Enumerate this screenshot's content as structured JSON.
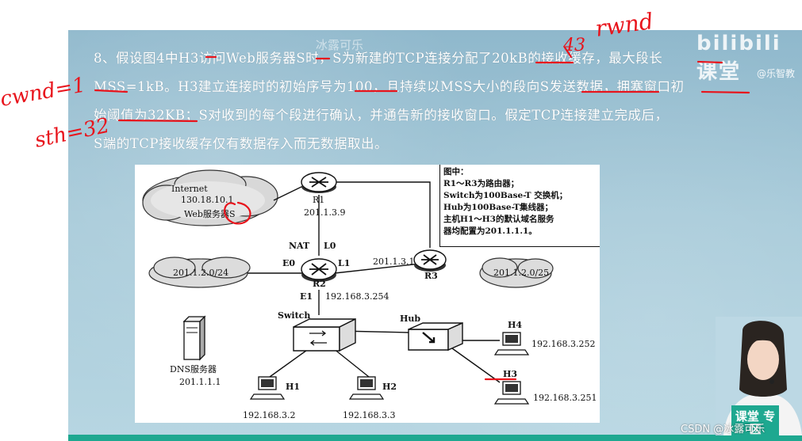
{
  "question": {
    "line1": "8、假设图4中H3访问Web服务器S时，S为新建的TCP连接分配了20kB的接收缓存，最大段长",
    "line2": "MSS=1kB。H3建立连接时的初始序号为100，且持续以MSS大小的段向S发送数据，拥塞窗口初",
    "line3": "始阈值为32KB；S对收到的每个段进行确认，并通告新的接收窗口。假定TCP连接建立完成后，",
    "line4": "S端的TCP接收缓存仅有数据存入而无数据取出。"
  },
  "annotations": {
    "cwnd": "cwnd=1",
    "ssthresh": "sth=32",
    "rwnd_number": "43",
    "rwnd": "rwnd"
  },
  "branding": {
    "logo": "bilibili 课堂",
    "logo_sub": "@乐智教",
    "watermark_top": "冰露可乐",
    "watermark_bottom": "CSDN @冰露可乐",
    "course_label": "课堂\n专区"
  },
  "diagram": {
    "legend": {
      "title": "图中：",
      "l1": "R1～R3为路由器；",
      "l2": "Switch为100Base-T 交换机；",
      "l3": "Hub为100Base-T集线器；",
      "l4": "主机H1～H3的默认域名服务",
      "l5": "器均配置为201.1.1.1。"
    },
    "internet": "Internet",
    "internet_ip": "130.18.10.1",
    "web_server": "Web服务器S",
    "r1": "R1",
    "r1_ip": "201.1.3.9",
    "nat": "NAT",
    "l0": "L0",
    "e0": "E0",
    "l1": "L1",
    "r2": "R2",
    "r3": "R3",
    "r3_ip": "201.1.3.1",
    "e1": "E1",
    "e1_ip": "192.168.3.254",
    "net_left": "201.1.2.0/24",
    "net_right": "201.1.2.0/25",
    "switch": "Switch",
    "hub": "Hub",
    "dns": "DNS服务器",
    "dns_ip": "201.1.1.1",
    "h1": "H1",
    "h1_ip": "192.168.3.2",
    "h2": "H2",
    "h2_ip": "192.168.3.3",
    "h3": "H3",
    "h3_ip": "192.168.3.251",
    "h4": "H4",
    "h4_ip": "192.168.3.252"
  },
  "colors": {
    "slide_bg": "#a7cad9",
    "ink": "#e8141c",
    "accent": "#1ea890"
  }
}
